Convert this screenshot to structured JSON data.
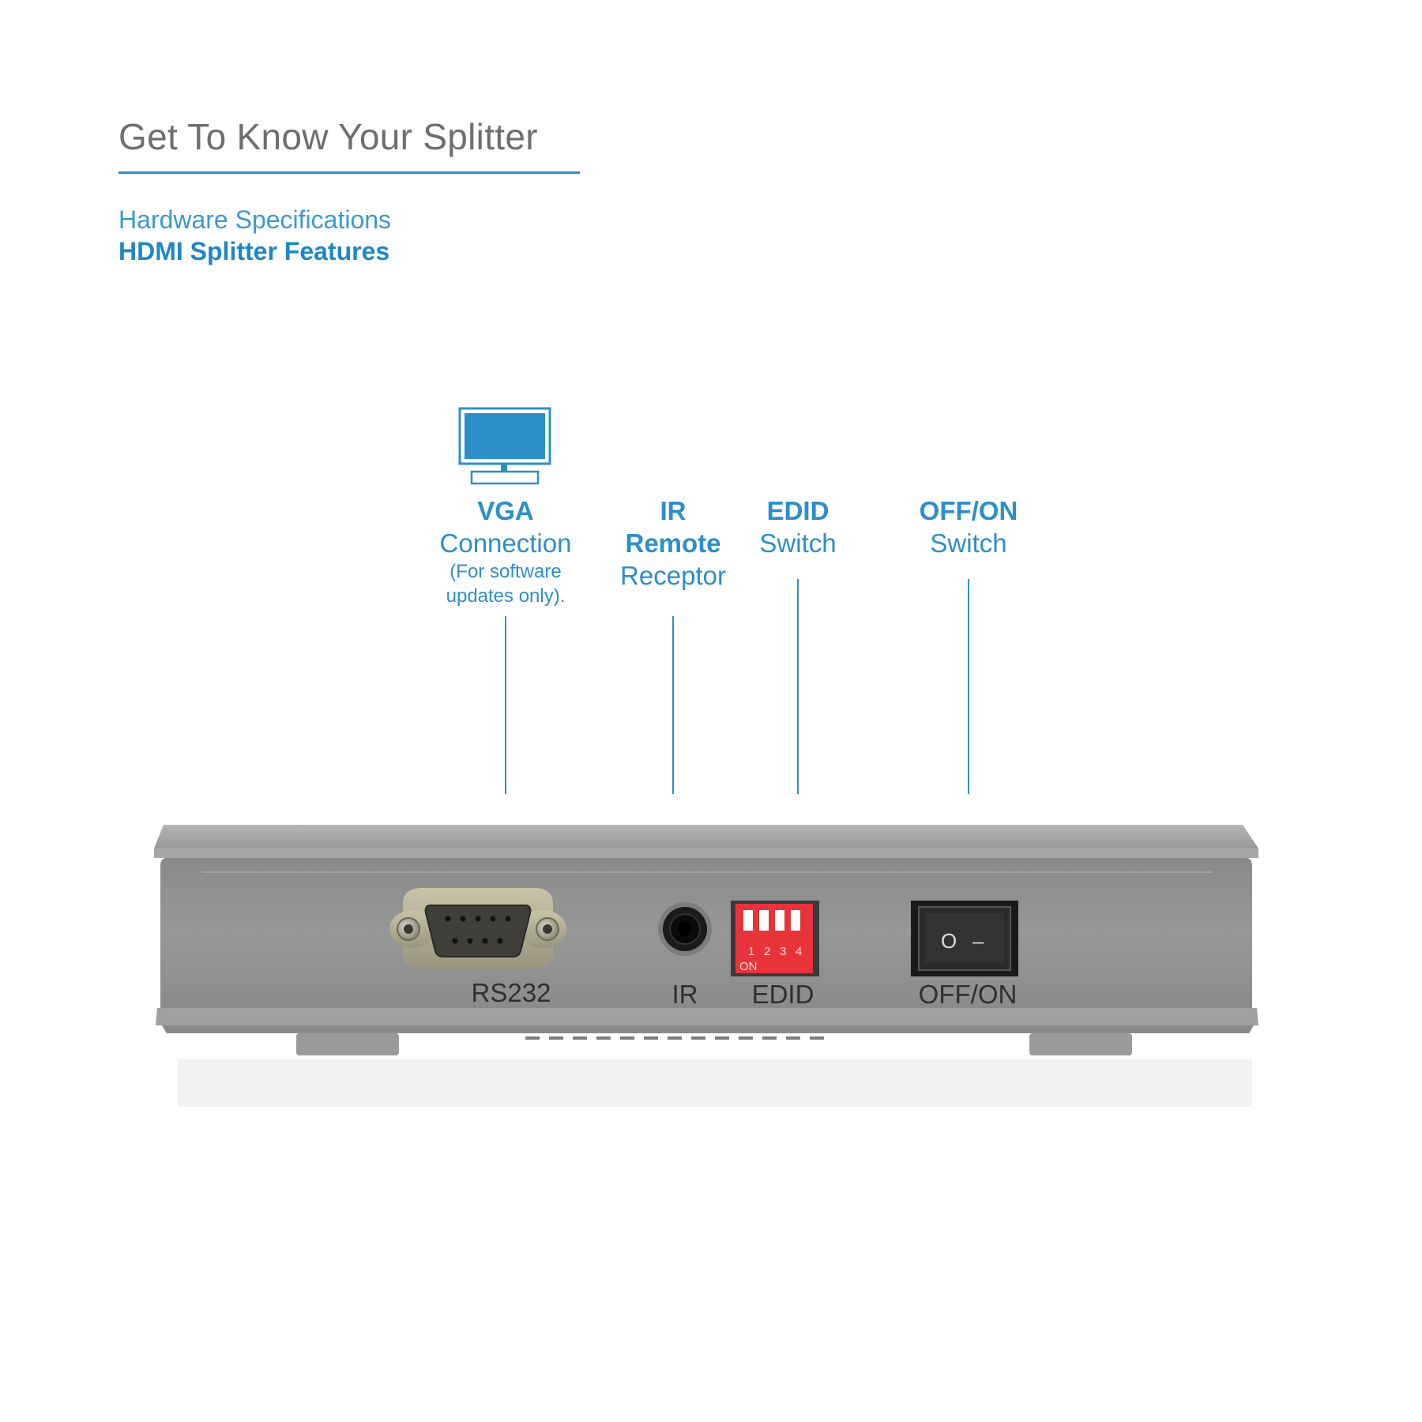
{
  "header": {
    "title": "Get To Know Your Splitter",
    "subtitle": "Hardware Specifications",
    "section": "HDMI Splitter Features"
  },
  "callouts": {
    "vga": {
      "bold": "VGA",
      "light": "Connection",
      "note1": "(For software",
      "note2": "updates only)."
    },
    "ir": {
      "bold1": "IR",
      "bold2": "Remote",
      "light": "Receptor"
    },
    "edid": {
      "bold": "EDID",
      "light": "Switch"
    },
    "power": {
      "bold": "OFF/ON",
      "light": "Switch"
    }
  },
  "device": {
    "port_labels": {
      "rs232": "RS232",
      "ir": "IR",
      "edid": "EDID",
      "power": "OFF/ON"
    },
    "dip_numbers": [
      "1",
      "2",
      "3",
      "4"
    ],
    "dip_on": "ON",
    "rocker_off": "O",
    "rocker_on": "–"
  },
  "colors": {
    "accent": "#2c8fc8",
    "heading": "#6d6e70",
    "device_body": "#8e8e8e",
    "dip_switch": "#e8333a"
  },
  "icons": [
    "monitor-icon"
  ]
}
